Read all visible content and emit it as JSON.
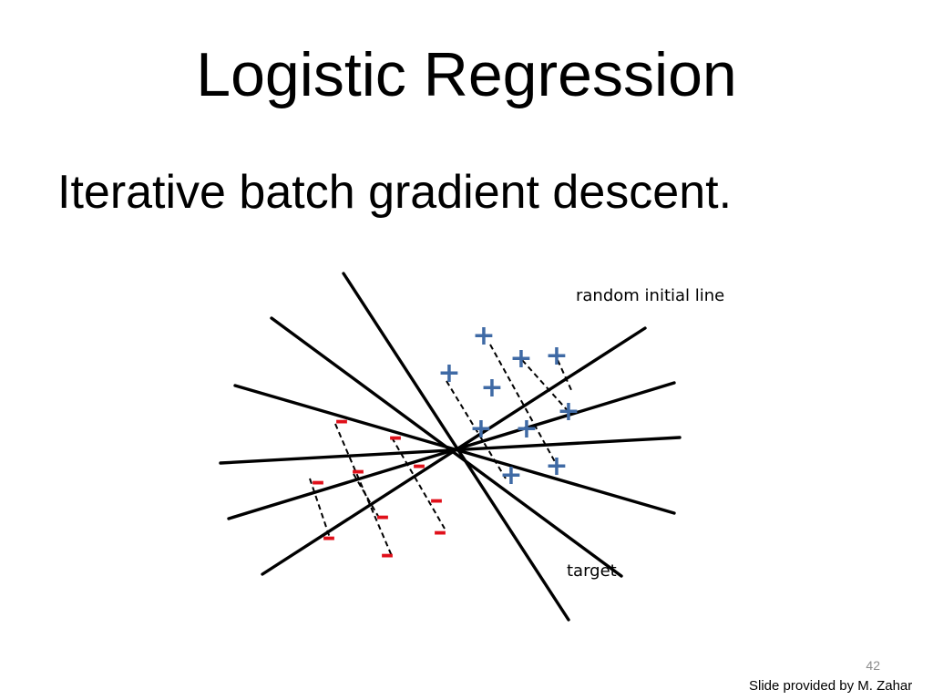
{
  "slide": {
    "title": "Logistic Regression",
    "bullet": "Iterative batch gradient descent.",
    "page_number": "42",
    "credit": "Slide provided by M. Zahar"
  },
  "diagram": {
    "labels": {
      "initial_line": "random initial line",
      "target": "target"
    },
    "positive_symbol": "+",
    "negative_symbol": "–",
    "colors": {
      "positive": "#3f6aa5",
      "negative": "#e0101a",
      "line": "#000000"
    }
  }
}
